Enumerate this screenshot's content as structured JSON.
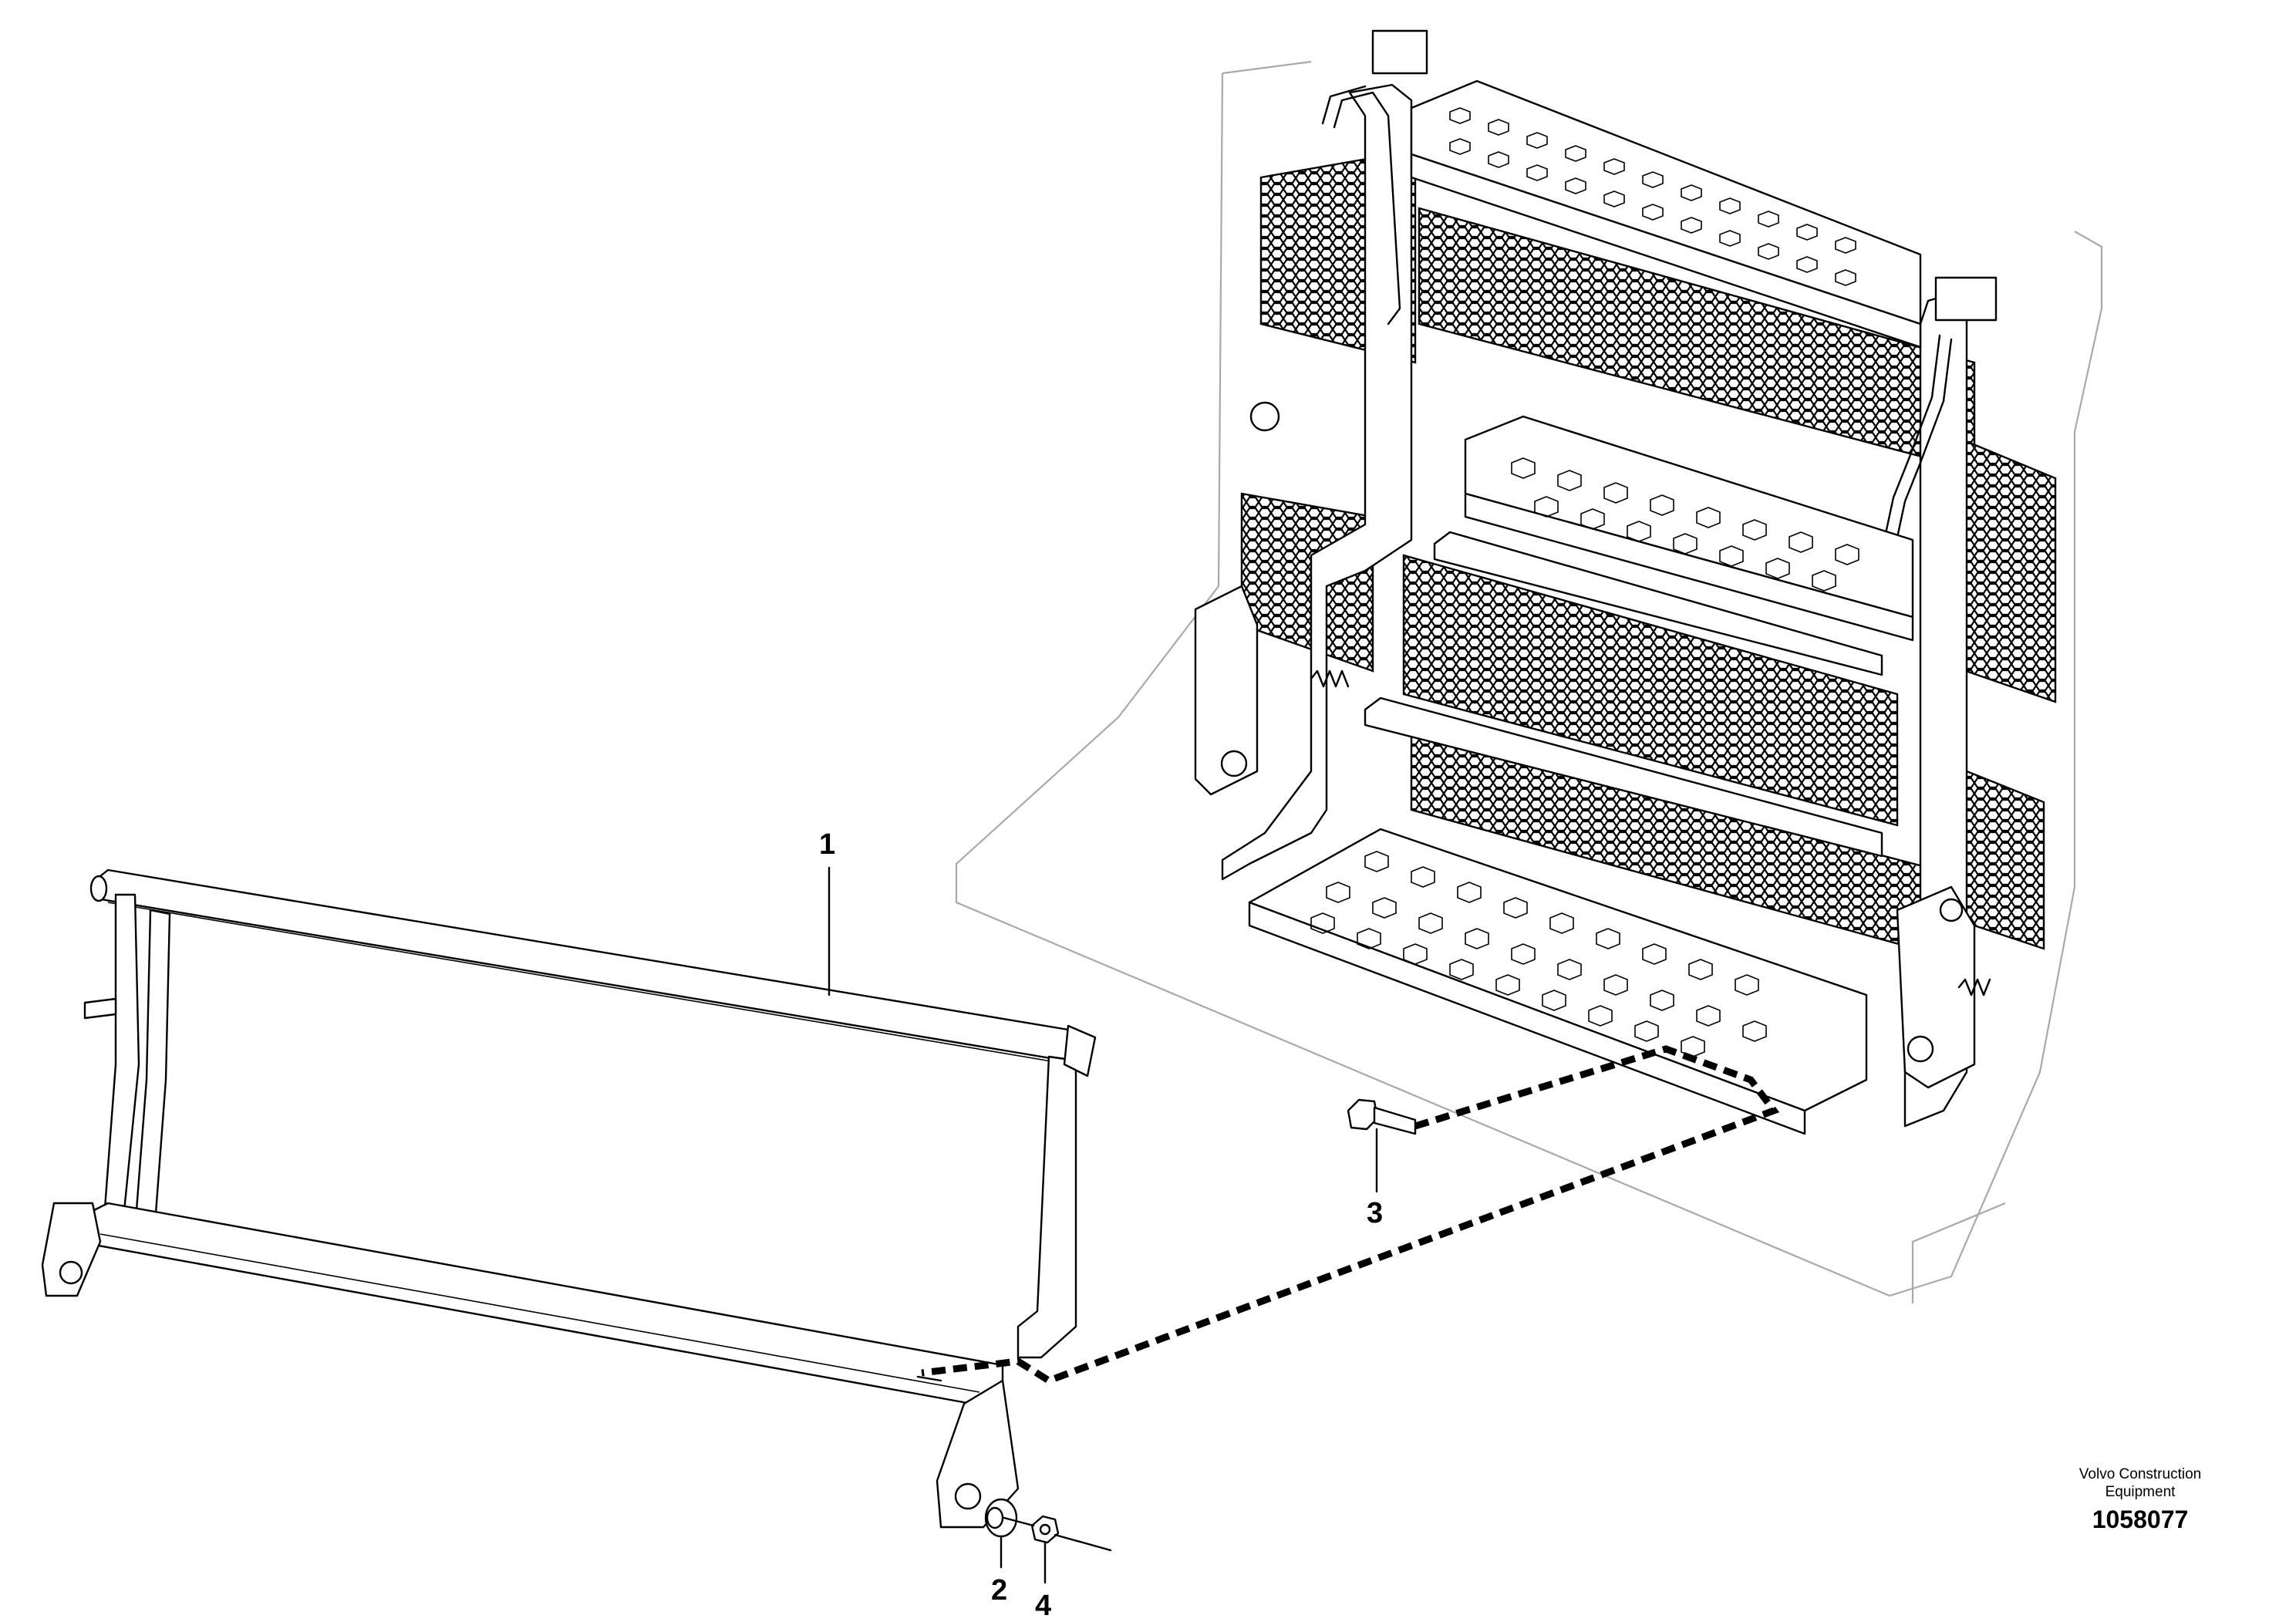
{
  "callouts": [
    {
      "id": "1",
      "label": "1"
    },
    {
      "id": "2",
      "label": "2"
    },
    {
      "id": "3",
      "label": "3"
    },
    {
      "id": "4",
      "label": "4"
    }
  ],
  "credit": {
    "line1": "Volvo Construction",
    "line2": "Equipment",
    "number": "1058077"
  }
}
